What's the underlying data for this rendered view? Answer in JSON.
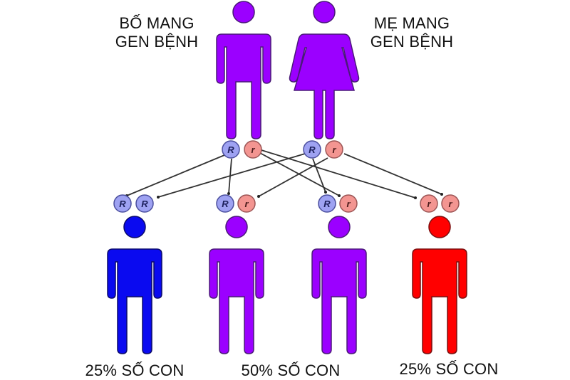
{
  "parents": {
    "father": {
      "label_line1": "BỐ MANG",
      "label_line2": "GEN BỆNH",
      "color": "#9b00ff",
      "alleles": [
        "R",
        "r"
      ]
    },
    "mother": {
      "label_line1": "MẸ MANG",
      "label_line2": "GEN BỆNH",
      "color": "#9b00ff",
      "alleles": [
        "R",
        "r"
      ]
    }
  },
  "children": [
    {
      "genotype": [
        "R",
        "R"
      ],
      "color": "#0a0af0",
      "label": "25% SỐ CON"
    },
    {
      "genotype": [
        "R",
        "r"
      ],
      "color": "#9b00ff",
      "label": "50% SỐ CON"
    },
    {
      "genotype": [
        "R",
        "r"
      ],
      "color": "#9b00ff",
      "label": ""
    },
    {
      "genotype": [
        "r",
        "r"
      ],
      "color": "#ff0000",
      "label": "25% SỐ CON"
    }
  ],
  "alleles": {
    "R": {
      "text": "R",
      "fill": "#9ea2f2",
      "stroke": "#4b4f9e",
      "text_color": "#1b1f5a"
    },
    "r": {
      "text": "r",
      "fill": "#f39591",
      "stroke": "#9c5656",
      "text_color": "#4a1a1a"
    }
  },
  "colors": {
    "carrier": "#9b00ff",
    "healthy": "#0a0af0",
    "affected": "#ff0000",
    "arrow": "#333333"
  }
}
